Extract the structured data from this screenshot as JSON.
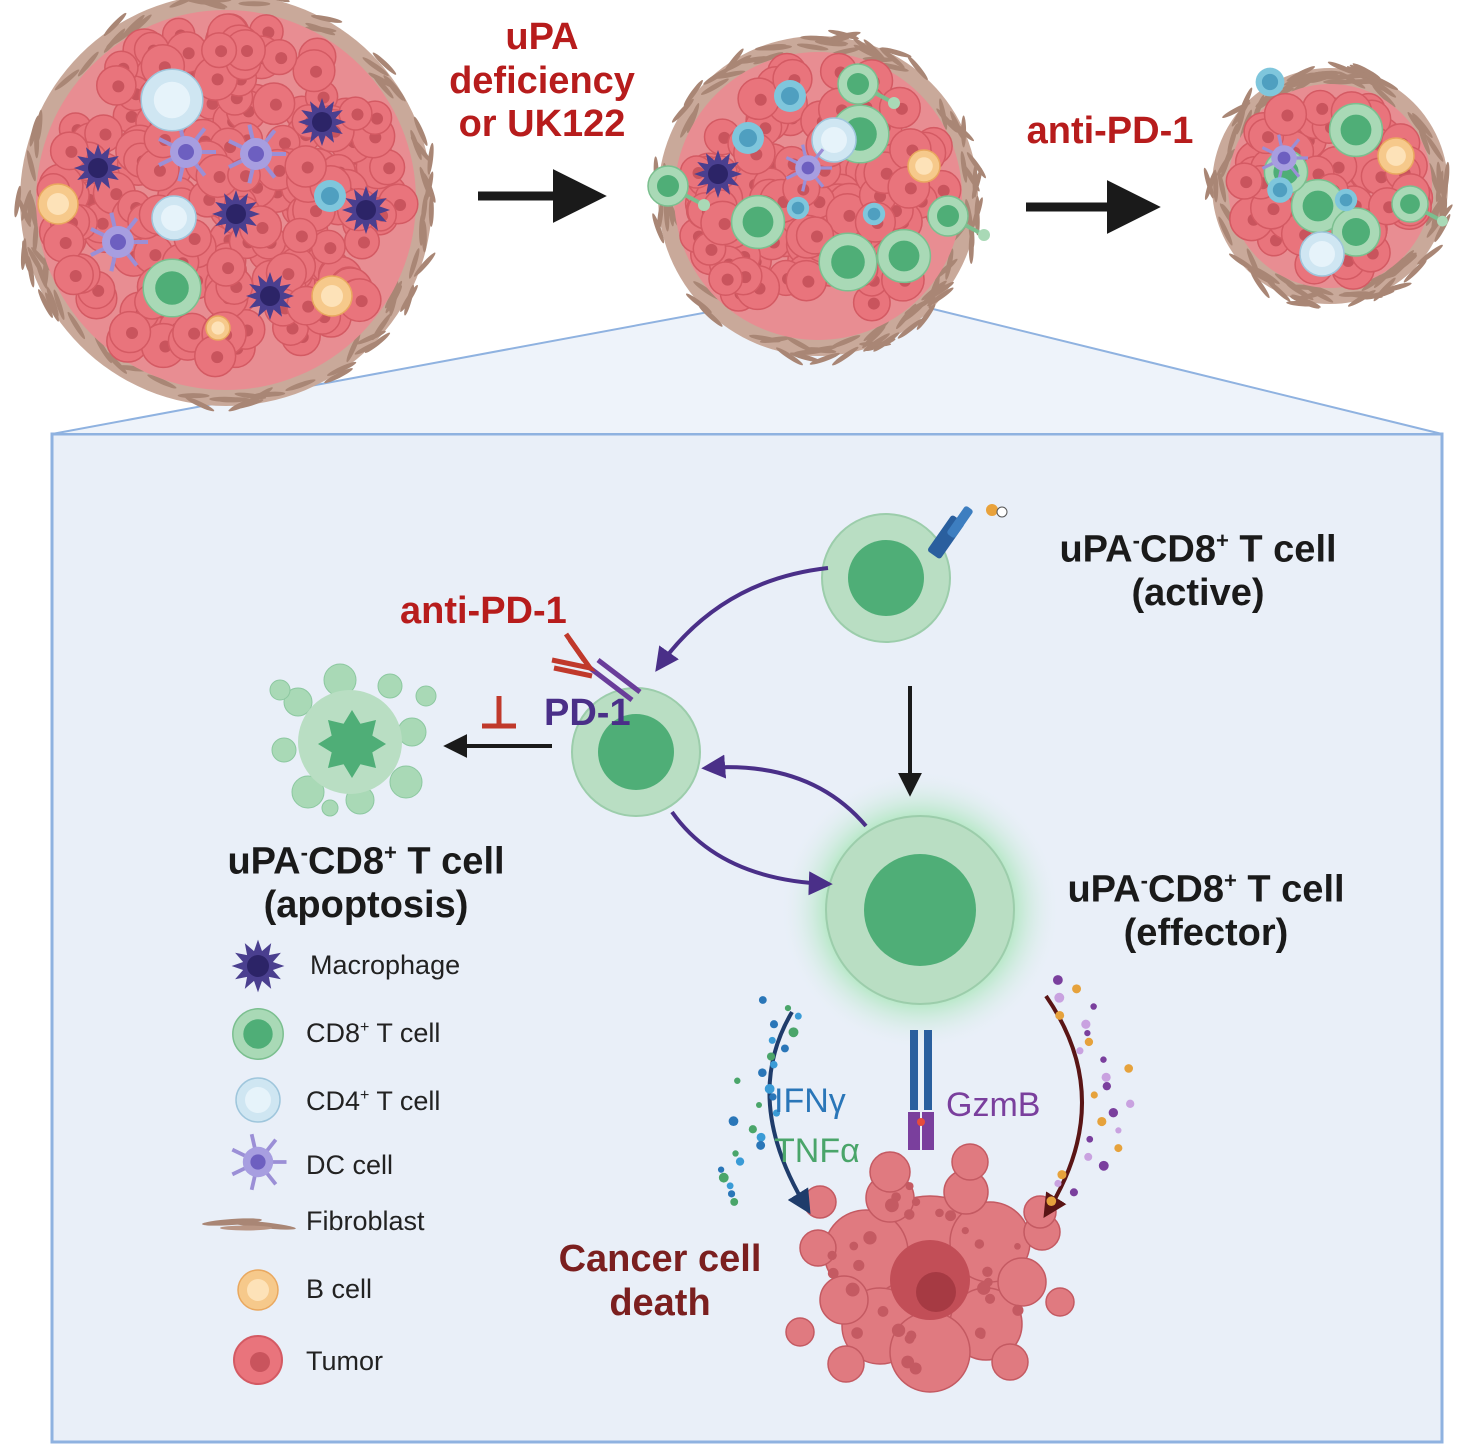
{
  "top_row": {
    "step1_label_lines": [
      "uPA",
      "deficiency",
      "or UK122"
    ],
    "step2_label": "anti-PD-1"
  },
  "zoom_panel": {
    "active_cell": {
      "name": "uPA",
      "sup1": "-",
      "marker": "CD8",
      "sup2": "+",
      "rest": " T cell",
      "state": "(active)"
    },
    "effector_cell": {
      "name": "uPA",
      "sup1": "-",
      "marker": "CD8",
      "sup2": "+",
      "rest": " T cell",
      "state": "(effector)"
    },
    "apoptosis_cell": {
      "name": "uPA",
      "sup1": "-",
      "marker": "CD8",
      "sup2": "+",
      "rest": " T cell",
      "state": "(apoptosis)"
    },
    "anti_pd1_label": "anti-PD-1",
    "pd1_label": "PD-1",
    "ifng_label": "IFNγ",
    "tnfa_label": "TNFα",
    "gzmb_label": "GzmB",
    "cancer_death_lines": [
      "Cancer cell",
      "death"
    ]
  },
  "legend": [
    {
      "icon": "macrophage-icon",
      "label": "Macrophage"
    },
    {
      "icon": "cd8-t-cell-icon",
      "label": "CD8",
      "sup": "+",
      "rest": " T cell"
    },
    {
      "icon": "cd4-t-cell-icon",
      "label": "CD4",
      "sup": "+",
      "rest": " T cell"
    },
    {
      "icon": "dc-cell-icon",
      "label": "DC cell"
    },
    {
      "icon": "fibroblast-icon",
      "label": "Fibroblast"
    },
    {
      "icon": "b-cell-icon",
      "label": "B cell"
    },
    {
      "icon": "tumor-icon",
      "label": "Tumor"
    }
  ],
  "colors": {
    "red_text": "#b71c1c",
    "tumor": "#e2727a",
    "cd8_green": "#6cbf8a",
    "panel_bg": "#e8eef8",
    "panel_border": "#8fb2e0",
    "purple": "#6a3d9a",
    "blue_text": "#2a76b8",
    "green_text": "#4aa56a",
    "gzmb_purple": "#7a3f9d"
  }
}
